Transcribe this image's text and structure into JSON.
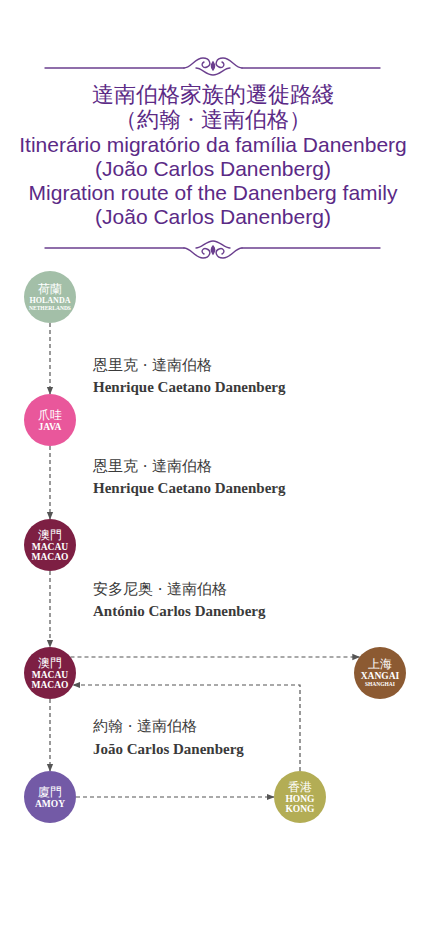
{
  "diagram": {
    "title": "達南伯格家族的遷徙路綫 （約翰 · 達南伯格）",
    "nodes": [
      {
        "text": [
          "荷蘭",
          "HOLANDA",
          "NETHERLANDS"
        ]
      },
      {
        "text": [
          "爪哇",
          "JAVA"
        ]
      },
      {
        "text": [
          "澳門",
          "MACAU",
          "MACAO"
        ]
      },
      {
        "text": [
          "澳門",
          "MACAU",
          "MACAO"
        ]
      },
      {
        "text": [
          "上海",
          "XANGAI",
          "SHANGHAI"
        ]
      },
      {
        "text": [
          "廈門",
          "AMOY"
        ]
      },
      {
        "text": [
          "香港",
          "HONG KONG"
        ]
      }
    ],
    "edges": [
      {
        "from": 0,
        "to": 1,
        "arrow": "to",
        "label": "恩里克 · 達南伯格"
      },
      {
        "from": 1,
        "to": 2,
        "arrow": "to",
        "label": "恩里克 · 達南伯格"
      },
      {
        "from": 2,
        "to": 3,
        "arrow": "to",
        "label": "安多尼奥 · 達南伯格"
      },
      {
        "from": 3,
        "to": 4,
        "arrow": "to"
      },
      {
        "from": 6,
        "to": 3,
        "arrow": "to"
      },
      {
        "from": 3,
        "to": 5,
        "arrow": "to",
        "label": "約翰 · 達南伯格"
      },
      {
        "from": 5,
        "to": 6,
        "arrow": "to"
      }
    ],
    "labels": [
      "Itinerário migratório da família Danenberg (João Carlos Danenberg)",
      "Migration route of the Danenberg family (João Carlos Danenberg)",
      "Henrique Caetano Danenberg",
      "Henrique Caetano Danenberg",
      "António Carlos Danenberg",
      "João Carlos Danenberg"
    ]
  }
}
